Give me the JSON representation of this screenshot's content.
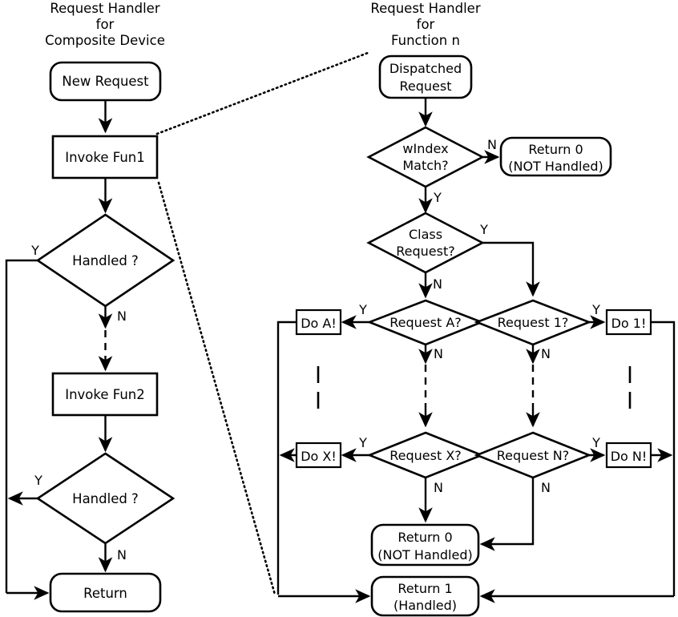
{
  "diagram": {
    "background": "#ffffff",
    "line_color": "#000000",
    "left_panel": {
      "title_lines": [
        "Request Handler",
        "for",
        "Composite Device"
      ],
      "nodes": {
        "new_request": "New Request",
        "invoke_fun1": "Invoke Fun1",
        "handled_1": "Handled ?",
        "invoke_fun2": "Invoke Fun2",
        "handled_2": "Handled ?",
        "return": "Return"
      },
      "edge_labels": {
        "handled1_yes": "Y",
        "handled1_no": "N",
        "handled2_yes": "Y",
        "handled2_no": "N"
      }
    },
    "right_panel": {
      "title_lines": [
        "Request Handler",
        "for",
        "Function n"
      ],
      "nodes": {
        "dispatched_request_l1": "Dispatched",
        "dispatched_request_l2": "Request",
        "windex_match_l1": "wIndex",
        "windex_match_l2": "Match?",
        "return0_top_l1": "Return 0",
        "return0_top_l2": "(NOT Handled)",
        "class_request_l1": "Class",
        "class_request_l2": "Request?",
        "request_a": "Request A?",
        "request_x": "Request X?",
        "request_1": "Request 1?",
        "request_n": "Request N?",
        "do_a": "Do A!",
        "do_x": "Do X!",
        "do_1": "Do 1!",
        "do_n": "Do N!",
        "return0_bottom_l1": "Return 0",
        "return0_bottom_l2": "(NOT Handled)",
        "return1_l1": "Return 1",
        "return1_l2": "(Handled)"
      },
      "edge_labels": {
        "windex_no": "N",
        "windex_yes": "Y",
        "class_yes": "Y",
        "class_no": "N",
        "request_a_yes": "Y",
        "request_a_no": "N",
        "request_x_yes": "Y",
        "request_x_no": "N",
        "request_1_yes": "Y",
        "request_1_no": "N",
        "request_n_yes": "Y",
        "request_n_no": "N"
      }
    }
  }
}
